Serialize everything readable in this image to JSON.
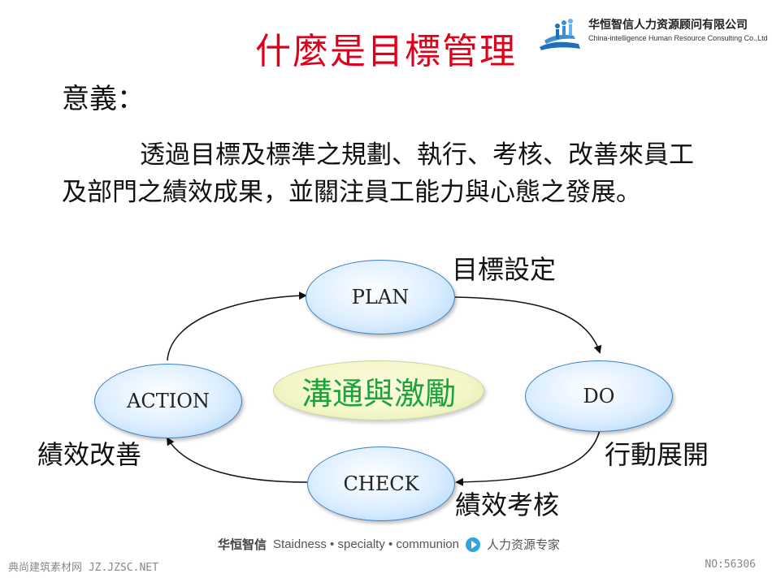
{
  "title": "什麼是目標管理",
  "company": {
    "name_cn": "华恒智信人力资源顾问有限公司",
    "name_en": "China-intelligence Human Resource Consulting Co.,Ltd"
  },
  "meaning": {
    "label": "意義：",
    "lines": [
      "透過目標及標準之規劃、執行、考核、改善",
      "來員工及部門之績效成果，並關注員工能力與心",
      "態之發展。"
    ]
  },
  "cycle": {
    "center": "溝通與激勵",
    "nodes": {
      "plan": "PLAN",
      "do": "DO",
      "check": "CHECK",
      "action": "ACTION"
    },
    "labels": {
      "plan": "目標設定",
      "do": "行動展開",
      "check": "績效考核",
      "action": "績效改善"
    }
  },
  "footer": {
    "brand": "华恒智信",
    "slogan": "Staidness • specialty • communion",
    "tagline": "人力资源专家",
    "watermark_left": "典尚建筑素材网 JZ.JZSC.NET",
    "watermark_right": "NO:56306"
  },
  "colors": {
    "title": "#e0001a",
    "node_border": "#3c7dc4",
    "center_text": "#1aa43c",
    "logo_blue": "#1f6fb8"
  }
}
